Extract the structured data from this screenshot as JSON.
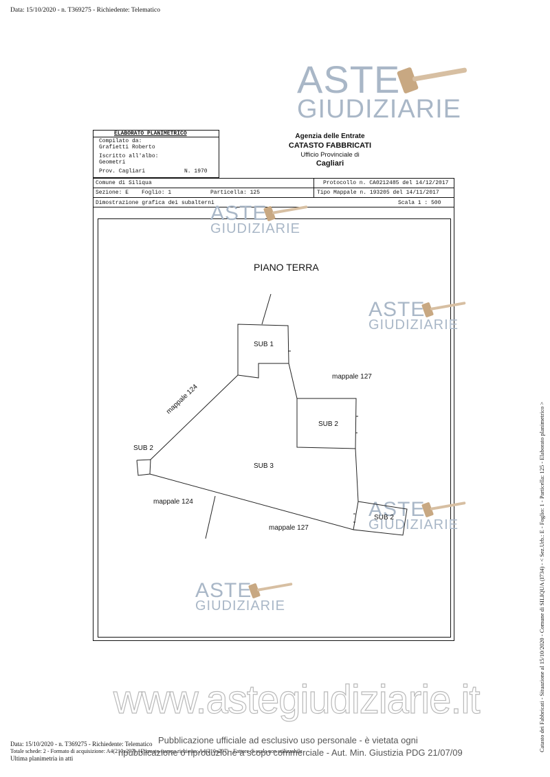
{
  "header_top": "Data: 15/10/2020 - n. T369275 - Richiedente: Telematico",
  "watermark": {
    "line1": "ASTE",
    "line2": "GIUDIZIARIE",
    "url": "www.astegiudiziarie.it"
  },
  "form": {
    "title": "ELABORATO PLANIMETRICO",
    "compilato_label": "Compilato da:",
    "compilato_name": "Grafietti Roberto",
    "iscritto_label": "Iscritto all'albo:",
    "iscritto_value": "Geometri",
    "prov": "Prov. Cagliari",
    "numero": "N. 1970",
    "agency": "Agenzia delle Entrate",
    "catasto": "CATASTO FABBRICATI",
    "ufficio": "Ufficio Provinciale di",
    "city": "Cagliari",
    "comune": "Comune di Siliqua",
    "sezione": "Sezione: E",
    "foglio": "Foglio: 1",
    "particella": "Particella: 125",
    "protocollo": "Protocollo n. CA0212485 del 14/12/2017",
    "tipo_mappale": "Tipo Mappale n. 193205   del 14/11/2017",
    "dimostrazione": "Dimostrazione grafica dei subalterni",
    "scala": "Scala 1 : 500"
  },
  "plan": {
    "title": "PIANO TERRA",
    "labels": {
      "sub1": "SUB 1",
      "sub2_right": "SUB 2",
      "sub2_left": "SUB 2",
      "sub2_bottom": "SUB 2",
      "sub3": "SUB 3",
      "mappale127_top": "mappale 127",
      "mappale124_diag": "mappale 124",
      "mappale124_bottom": "mappale 124",
      "mappale127_bottom": "mappale 127"
    }
  },
  "side_text": "Catasto dei Fabbricati - Situazione al 15/10/2020 - Comune di SILIQUA (I734) - < Sez.Urb.: E - Foglio: 1 - Particella: 125 - Elaborato planimetrico >",
  "footer": {
    "line1": "Data: 15/10/2020 - n. T369275 - Richiedente: Telematico",
    "line2": "Totale schede: 2 - Formato di acquisizione: A4(210x297) - Formato stampa richiesto: A4(210x297) - Fattore di scala non utilizzabile",
    "line3": "Ultima planimetria in atti",
    "pub1": "Pubblicazione ufficiale ad esclusivo uso personale - è vietata ogni",
    "pub2": "ripubblicazione o riproduzione a scopo commerciale - Aut. Min. Giustizia PDG 21/07/09"
  }
}
